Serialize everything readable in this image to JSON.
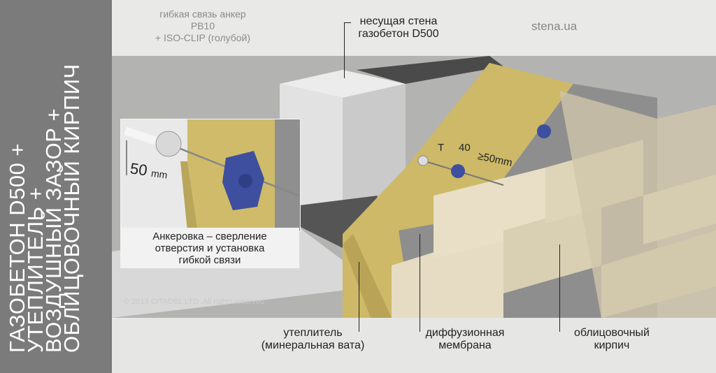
{
  "side_title": {
    "lines": [
      "ГАЗОБЕТОН D500 +",
      "УТЕПЛИТЕЛЬ +",
      "ВОЗДУШНЫЙ ЗАЗОР +",
      "ОБЛИЦОВОЧНЫЙ КИРПИЧ"
    ]
  },
  "labels": {
    "anchor_line1": "гибкая связь анкер",
    "anchor_line2": "PB10",
    "anchor_line3": "+ ISO-CLIP (голубой)",
    "wall_line1": "несущая стена",
    "wall_line2": "газобетон D500",
    "site": "stena.ua",
    "insulation_line1": "утеплитель",
    "insulation_line2": "(минеральная вата)",
    "membrane_line1": "диффузионная",
    "membrane_line2": "мембрана",
    "brick_line1": "облицовочный",
    "brick_line2": "кирпич"
  },
  "dimensions": {
    "t": "T",
    "insulation": "40",
    "gap": "≥50mm",
    "inset_depth": "50",
    "inset_unit": "mm"
  },
  "inset": {
    "caption_line1": "Анкеровка – сверление",
    "caption_line2": "отверстия и установка",
    "caption_line3": "гибкой связи"
  },
  "copyright": "© 2013 CITADEL LTD .All rights reserved",
  "colors": {
    "clip": "#3d4f9e",
    "wool": "#cfbb6a",
    "brick": "#e3dbc2",
    "aerated_concrete": "#e8e8e8"
  }
}
